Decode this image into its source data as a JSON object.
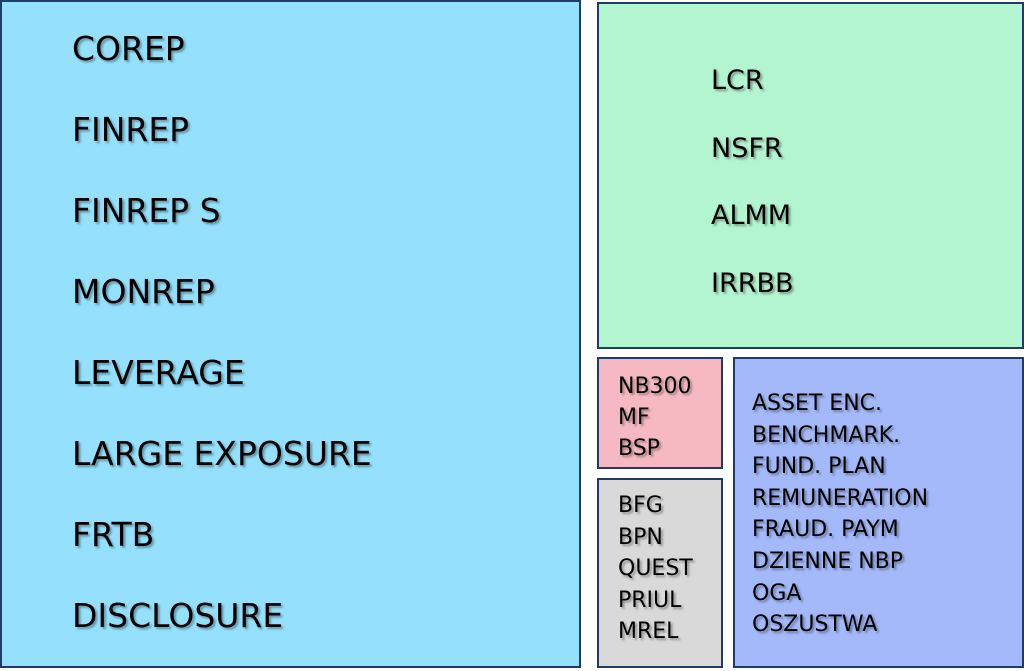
{
  "colors": {
    "border": "#1f3a6b",
    "main_box": "#95e1fd",
    "liquidity_box": "#b4f5d1",
    "nbp_box": "#f6b9c2",
    "other_box": "#d9d9d9",
    "misc_box": "#a3b9f9"
  },
  "main": {
    "items": [
      "COREP",
      "FINREP",
      "FINREP S",
      "MONREP",
      "LEVERAGE",
      "LARGE EXPOSURE",
      "FRTB",
      "DISCLOSURE"
    ]
  },
  "liquidity": {
    "items": [
      "LCR",
      "NSFR",
      "ALMM",
      "IRRBB"
    ]
  },
  "nbp": {
    "items": [
      "NB300",
      "MF",
      "BSP"
    ]
  },
  "other": {
    "items": [
      "BFG",
      "BPN",
      "QUEST",
      "PRIUL",
      "MREL"
    ]
  },
  "misc": {
    "items": [
      "ASSET ENC.",
      "BENCHMARK.",
      "FUND. PLAN",
      "REMUNERATION",
      "FRAUD. PAYM",
      "DZIENNE NBP",
      "OGA",
      "OSZUSTWA"
    ]
  }
}
